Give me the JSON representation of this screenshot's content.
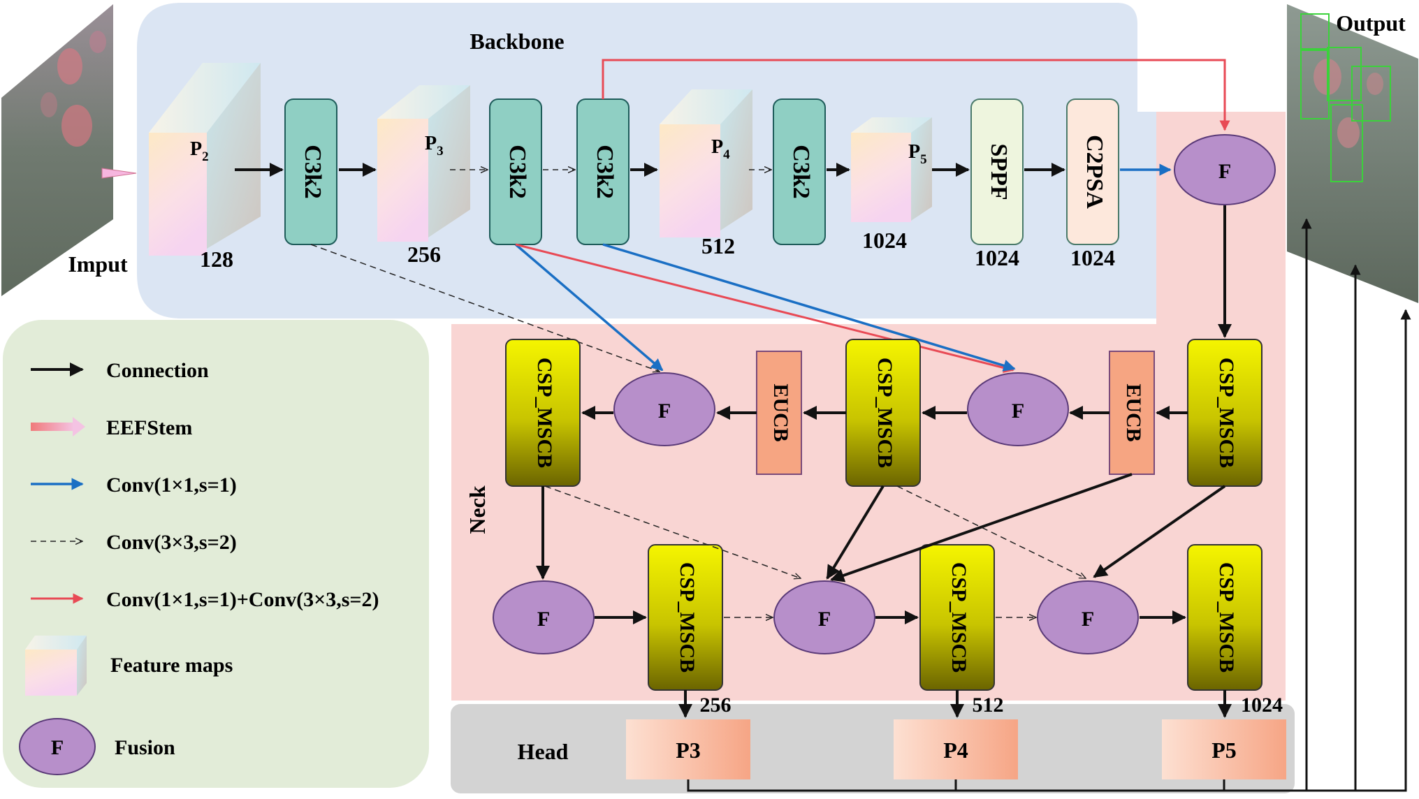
{
  "colors": {
    "backbone_bg": "#dbe5f3",
    "neck_bg": "#f9d5d3",
    "head_bg": "#d3d3d3",
    "legend_bg": "#e2ecd8",
    "c3k2_fill": "#8fcfc3",
    "sppf_fill": "#eef5de",
    "c2psa_fill": "#fde8dc",
    "fusion_fill": "#b78fca",
    "eucb_fill": "#f6a582",
    "csp_top": "#f3f300",
    "csp_bottom": "#6b6400",
    "head_box": "#f9c1a9",
    "arrow_black": "#111111",
    "arrow_blue": "#1a6fc4",
    "arrow_red": "#e84a55"
  },
  "sections": {
    "backbone": "Backbone",
    "neck": "Neck",
    "head": "Head",
    "input": "Imput",
    "output": "Output"
  },
  "feature_maps": [
    {
      "label": "P",
      "sub": "2",
      "channels": "128"
    },
    {
      "label": "P",
      "sub": "3",
      "channels": "256"
    },
    {
      "label": "P",
      "sub": "4",
      "channels": "512"
    },
    {
      "label": "P",
      "sub": "5",
      "channels": "1024"
    }
  ],
  "backbone_blocks": {
    "c3k2": "C3k2",
    "sppf": "SPPF",
    "sppf_channels": "1024",
    "c2psa": "C2PSA",
    "c2psa_channels": "1024"
  },
  "neck_blocks": {
    "fusion": "F",
    "eucb": "EUCB",
    "csp": "CSP_MSCB"
  },
  "head_outputs": [
    {
      "label": "P3",
      "channels": "256"
    },
    {
      "label": "P4",
      "channels": "512"
    },
    {
      "label": "P5",
      "channels": "1024"
    }
  ],
  "legend": [
    {
      "icon": "black-arrow",
      "label": "Connection"
    },
    {
      "icon": "gradient-arrow",
      "label": "EEFStem"
    },
    {
      "icon": "blue-arrow",
      "label": "Conv(1×1,s=1)"
    },
    {
      "icon": "dashed-arrow",
      "label": "Conv(3×3,s=2)"
    },
    {
      "icon": "red-arrow",
      "label": "Conv(1×1,s=1)+Conv(3×3,s=2)"
    },
    {
      "icon": "feature-map-icon",
      "label": "Feature maps"
    },
    {
      "icon": "fusion-icon",
      "label": "Fusion",
      "symbol": "F"
    }
  ]
}
